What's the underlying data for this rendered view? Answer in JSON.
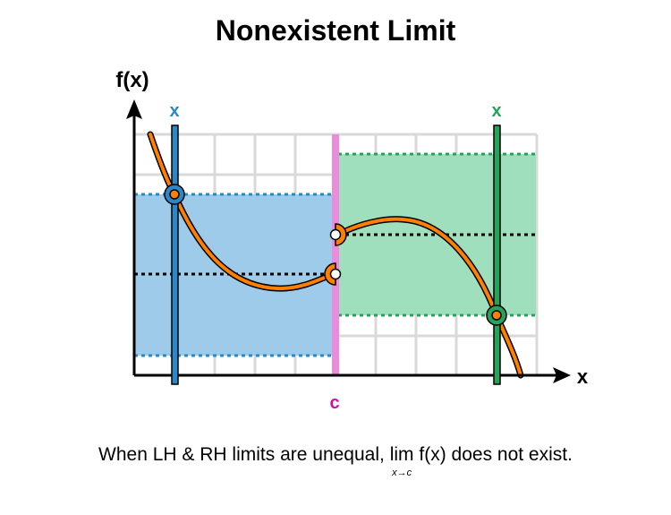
{
  "title": "Nonexistent Limit",
  "axes": {
    "y_label": "f(x)",
    "x_label": "x"
  },
  "markers": {
    "left_x_label": "x",
    "right_x_label": "x",
    "c_label": "c"
  },
  "caption": {
    "before": "When LH & RH limits are unequal,",
    "lim": "lim",
    "subscript": "x→c",
    "after": "f(x) does not exist."
  },
  "colors": {
    "curve": "#ff7f00",
    "left": "#2a87c8",
    "left_band": "#9ecbea",
    "right": "#22a55a",
    "right_band": "#a0dfbd",
    "c_line": "#ea8cdb",
    "c_label": "#cc11aa"
  }
}
